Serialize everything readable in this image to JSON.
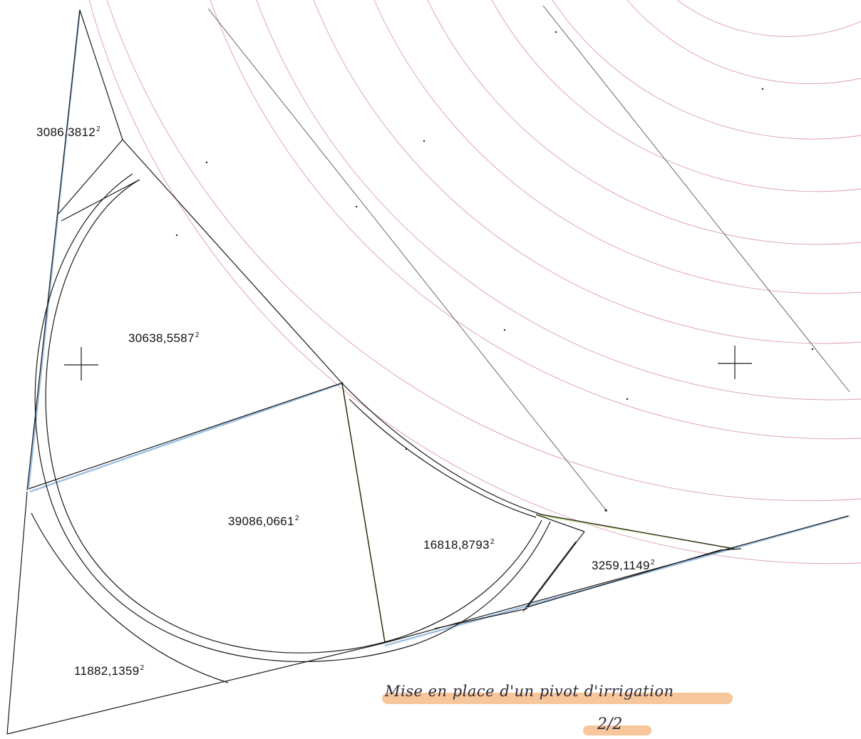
{
  "plot_areas": [
    {
      "id": "north-wedge",
      "value": "3086,3812",
      "exponent": "2"
    },
    {
      "id": "west-semicircle",
      "value": "30638,5587",
      "exponent": "2"
    },
    {
      "id": "central-quadrilateral",
      "value": "39086,0661",
      "exponent": "2"
    },
    {
      "id": "central-triangle",
      "value": "16818,8793",
      "exponent": "2"
    },
    {
      "id": "east-sliver",
      "value": "3259,1149",
      "exponent": "2"
    },
    {
      "id": "south-triangle",
      "value": "11882,1359",
      "exponent": "2"
    }
  ],
  "caption": {
    "title": "Mise en place d'un pivot d'irrigation",
    "page": "2/2",
    "highlight_color": "#f2a765"
  },
  "colors": {
    "linework": "#1a1a1a",
    "pivot_arcs": "#d68a9a",
    "boundary_highlight": "#8fb8e0",
    "edge_highlight": "#c8d58a"
  }
}
